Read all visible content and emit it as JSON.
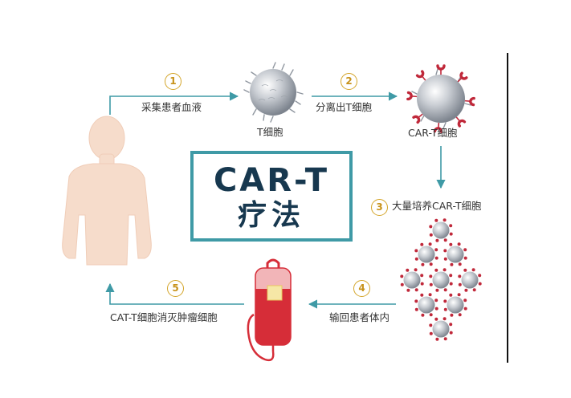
{
  "title": {
    "line1": "CAR-T",
    "line2": "疗法"
  },
  "cells": {
    "t_cell": "T细胞",
    "car_t_cell": "CAR-T细胞"
  },
  "steps": [
    {
      "number": "1",
      "label": "采集患者血液"
    },
    {
      "number": "2",
      "label": "分离出T细胞"
    },
    {
      "number": "3",
      "label": "大量培养CAR-T细胞"
    },
    {
      "number": "4",
      "label": "输回患者体内"
    },
    {
      "number": "5",
      "label": "CAT-T细胞消灭肿瘤细胞"
    }
  ],
  "colors": {
    "arrow": "#3f9aa6",
    "step_circle": "#d4a52a",
    "title_text": "#17384f",
    "title_border": "#3f9aa6",
    "body": "#f6dccb",
    "receptor": "#c0283a",
    "blood_bag": "#d62d38"
  }
}
